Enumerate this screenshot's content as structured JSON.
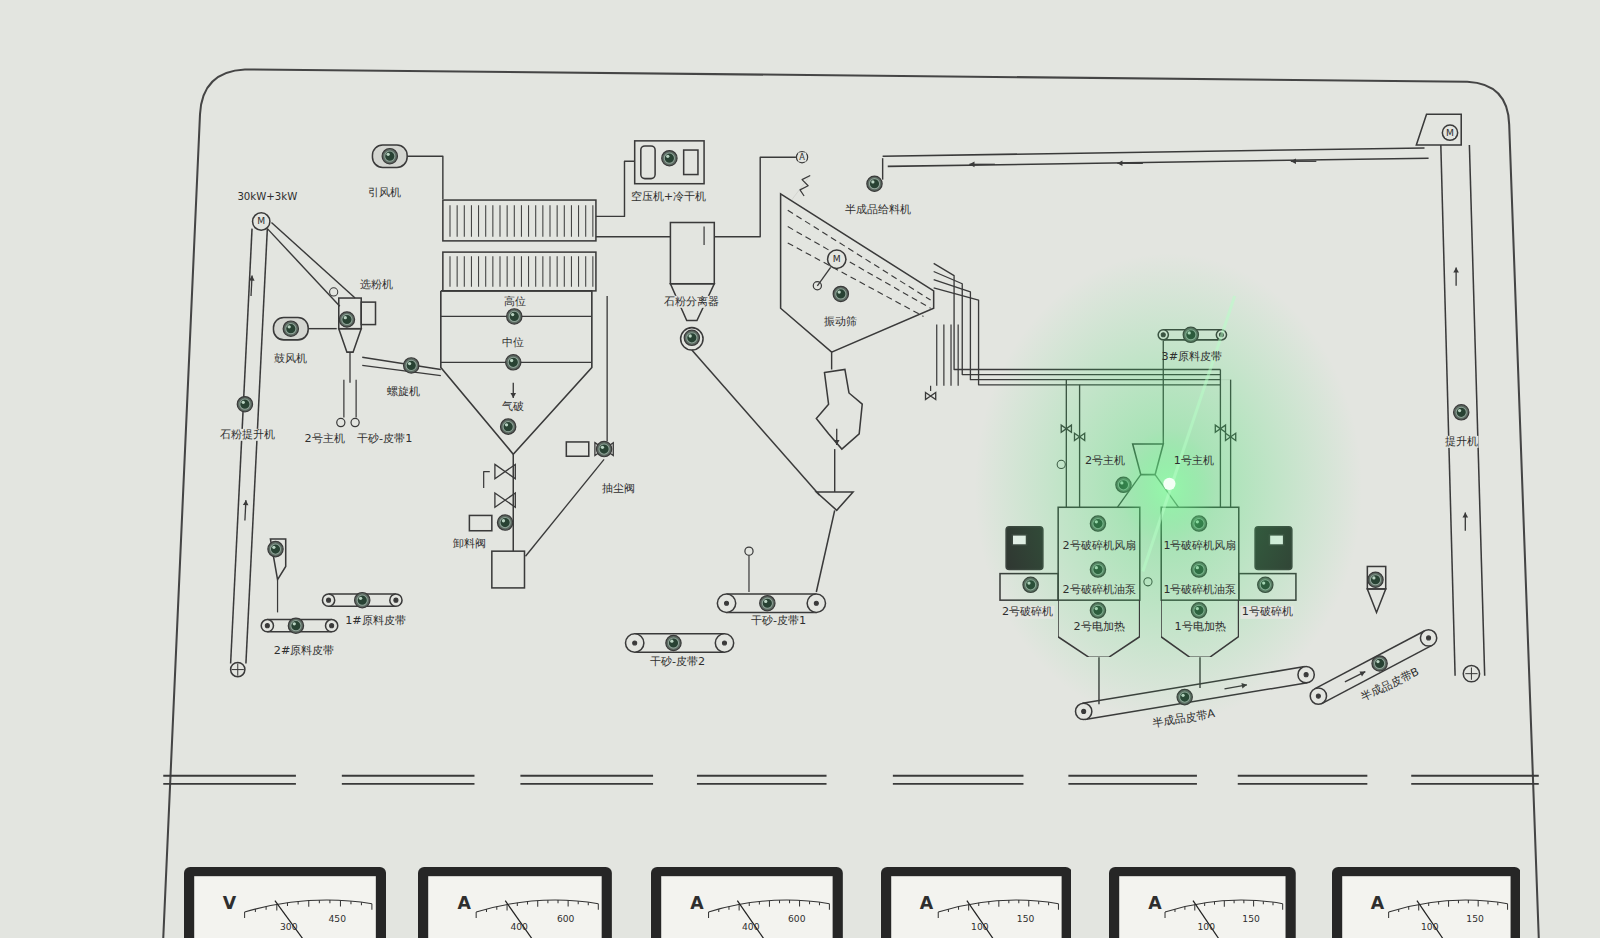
{
  "diagram": {
    "nodes": [
      {
        "text": [
          "2号破碎机风扇",
          "2号破碎机油泵"
        ]
      },
      {
        "text": [
          "1号破碎机风扇",
          "1号破碎机油泵"
        ]
      },
      {
        "text": [
          "2号电加热"
        ]
      },
      {
        "text": [
          "1号电加热"
        ]
      },
      {
        "text": [
          "V",
          "300",
          "450"
        ]
      },
      {
        "text": [
          "A",
          "400",
          "600"
        ]
      },
      {
        "text": [
          "A",
          "400",
          "600"
        ]
      },
      {
        "text": [
          "A",
          "100",
          "150"
        ]
      },
      {
        "text": [
          "A",
          "100",
          "150"
        ]
      },
      {
        "text": [
          "A",
          "100",
          "150"
        ]
      }
    ],
    "labels": [
      "30kW+3kW",
      "M",
      "引风机",
      "空压机+冷干机",
      "A",
      "半成品给料机",
      "M",
      "选粉机",
      "鼓风机",
      "石粉提升机",
      "2号主机",
      "干砂-皮带1",
      "螺旋机",
      "高位",
      "中位",
      "气破",
      "抽尘阀",
      "卸料阀",
      "石粉分离器",
      "M",
      "振动筛",
      "3#原料皮带",
      "2号主机",
      "1号主机",
      "提升机",
      "2号破碎机",
      "1号破碎机",
      "1#原料皮带",
      "2#原料皮带",
      "干砂-皮带1",
      "干砂-皮带2",
      "半成品皮带A",
      "半成品皮带B"
    ]
  }
}
